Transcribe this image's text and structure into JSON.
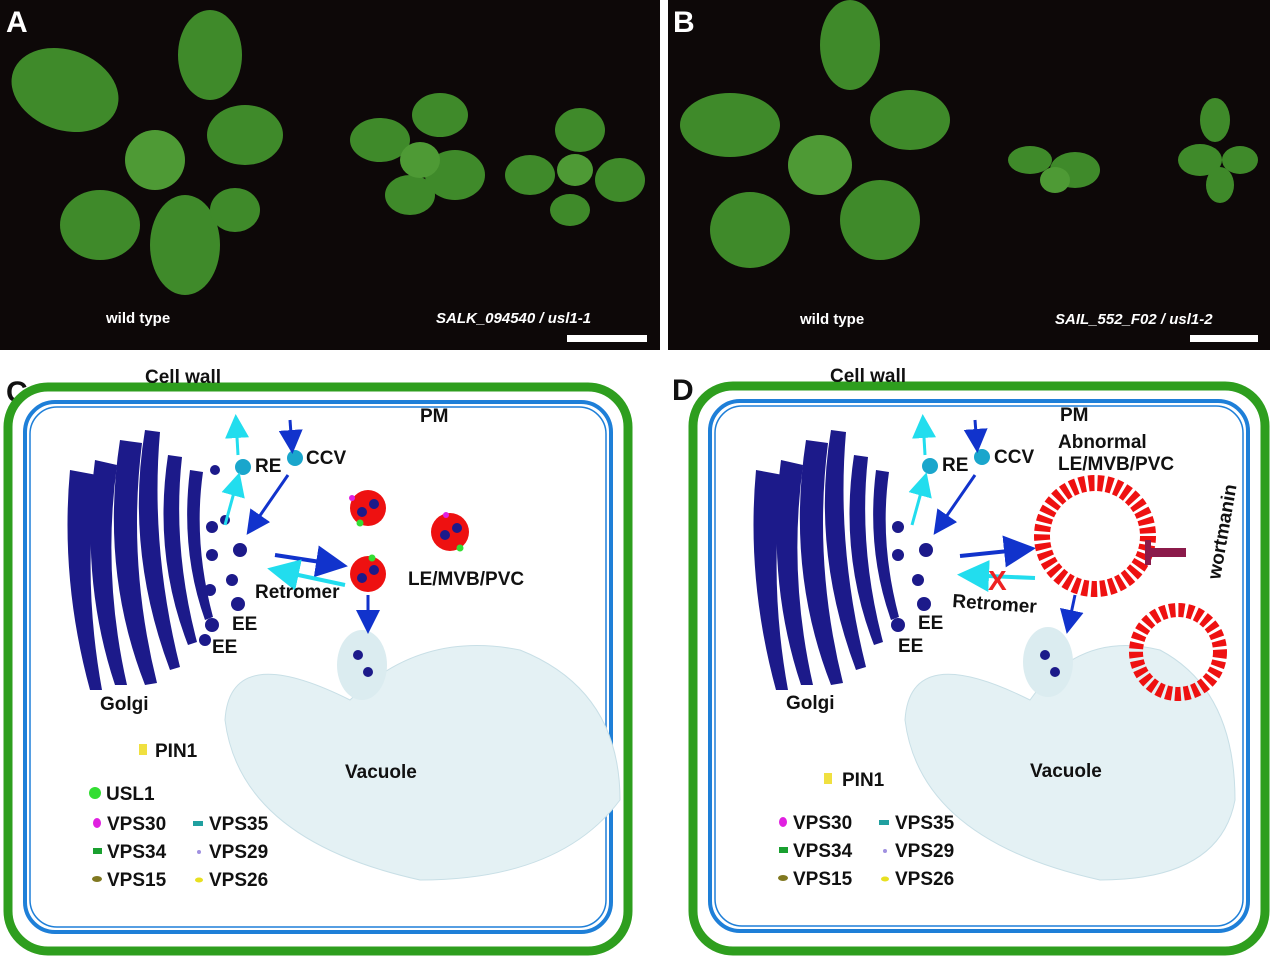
{
  "panels": {
    "A": {
      "letter": "A",
      "left_caption": "wild type",
      "right_caption": "SALK_094540 / usl1-1"
    },
    "B": {
      "letter": "B",
      "left_caption": "wild type",
      "right_caption": "SAIL_552_F02 / usl1-2"
    },
    "C": {
      "letter": "C",
      "labels": {
        "cell_wall": "Cell wall",
        "pm": "PM",
        "re": "RE",
        "ccv": "CCV",
        "retromer": "Retromer",
        "le": "LE/MVB/PVC",
        "ee1": "EE",
        "ee2": "EE",
        "golgi": "Golgi",
        "vacuole": "Vacuole"
      },
      "legend": {
        "pin1": "PIN1",
        "usl1": "USL1",
        "vps30": "VPS30",
        "vps35": "VPS35",
        "vps34": "VPS34",
        "vps29": "VPS29",
        "vps15": "VPS15",
        "vps26": "VPS26"
      }
    },
    "D": {
      "letter": "D",
      "labels": {
        "cell_wall": "Cell wall",
        "pm": "PM",
        "re": "RE",
        "ccv": "CCV",
        "abnormal": "Abnormal",
        "le": "LE/MVB/PVC",
        "retromer": "Retromer",
        "wortmanin": "wortmanin",
        "ee1": "EE",
        "ee2": "EE",
        "golgi": "Golgi",
        "vacuole": "Vacuole"
      },
      "legend": {
        "pin1": "PIN1",
        "vps30": "VPS30",
        "vps35": "VPS35",
        "vps34": "VPS34",
        "vps29": "VPS29",
        "vps15": "VPS15",
        "vps26": "VPS26"
      }
    }
  },
  "colors": {
    "cell_wall": "#2e9e1e",
    "pm": "#1e7fd8",
    "golgi": "#1c1a8a",
    "mvb": "#ee1111",
    "cyan_arrow": "#22ddee",
    "blue_arrow": "#1133cc",
    "inhibit": "#8b1a4a"
  }
}
